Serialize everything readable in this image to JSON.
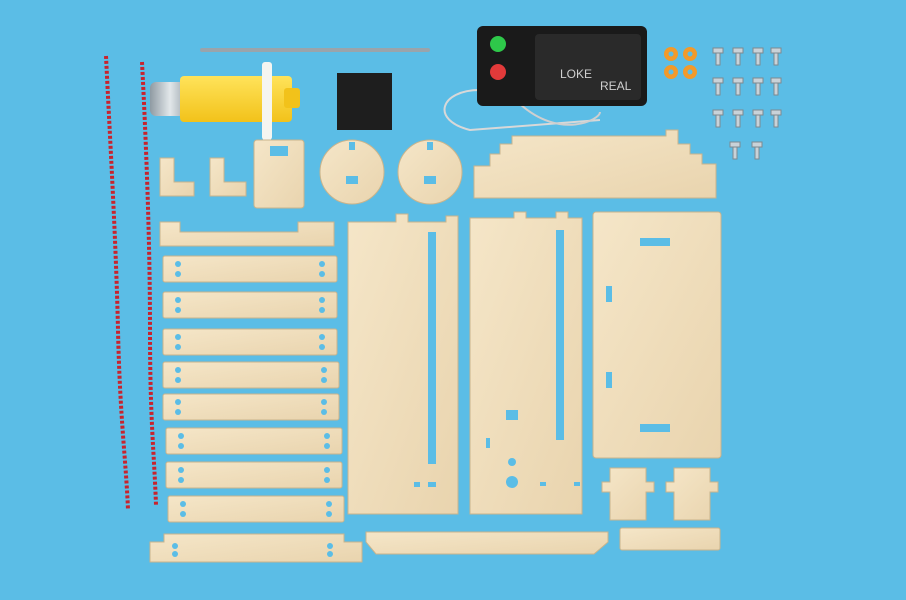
{
  "scene": {
    "background": "#5bbde6",
    "wood_color": "#f0dfbd",
    "wood_edge": "#c9b48c",
    "battery_box_text_1": "LOKE",
    "battery_box_text_2": "REAL"
  },
  "parts": {
    "strips": 10,
    "screws": 14,
    "washers": 4,
    "red_strings": 2
  }
}
